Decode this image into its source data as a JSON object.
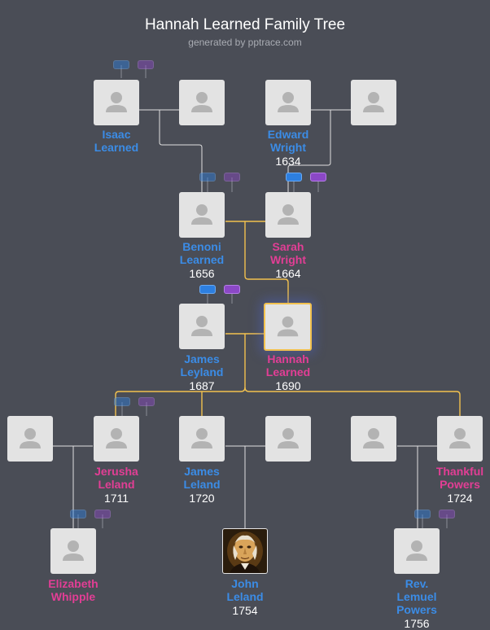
{
  "header": {
    "title": "Hannah Learned Family Tree",
    "subtitle": "generated by pptrace.com"
  },
  "colors": {
    "background": "#4a4d56",
    "male": "#3b8ce6",
    "female": "#e23e95",
    "highlight_line": "#f2c14e",
    "line": "#e0e0e0"
  },
  "people": {
    "isaac": {
      "name": "Isaac\nLearned",
      "year": ""
    },
    "isaac_spouse": {
      "name": "",
      "year": ""
    },
    "edward": {
      "name": "Edward\nWright",
      "year": "1634"
    },
    "edward_spouse": {
      "name": "",
      "year": ""
    },
    "benoni": {
      "name": "Benoni\nLearned",
      "year": "1656"
    },
    "sarah": {
      "name": "Sarah\nWright",
      "year": "1664"
    },
    "james_leyland": {
      "name": "James\nLeyland",
      "year": "1687"
    },
    "hannah": {
      "name": "Hannah\nLearned",
      "year": "1690"
    },
    "jerusha_spouse": {
      "name": "",
      "year": ""
    },
    "jerusha": {
      "name": "Jerusha\nLeland",
      "year": "1711"
    },
    "james_leland": {
      "name": "James\nLeland",
      "year": "1720"
    },
    "james_leland_spouse": {
      "name": "",
      "year": ""
    },
    "thankful_spouse": {
      "name": "",
      "year": ""
    },
    "thankful": {
      "name": "Thankful\nPowers",
      "year": "1724"
    },
    "elizabeth": {
      "name": "Elizabeth\nWhipple",
      "year": ""
    },
    "john": {
      "name": "John\nLeland",
      "year": "1754"
    },
    "lemuel": {
      "name": "Rev.\nLemuel\nPowers",
      "year": "1756"
    }
  },
  "icons": {
    "placeholder": "person-silhouette-icon",
    "portrait": "john-leland-portrait"
  }
}
